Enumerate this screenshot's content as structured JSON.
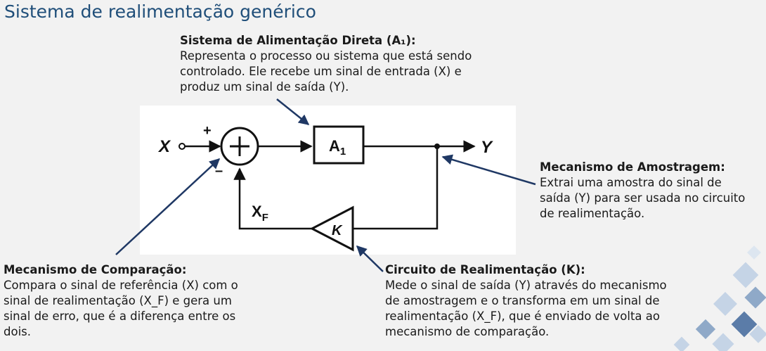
{
  "page": {
    "title": "Sistema de realimentação genérico"
  },
  "blocks": {
    "direct": {
      "heading": "Sistema de Alimentação Direta (A₁):",
      "lines": [
        "Representa o processo ou sistema que está sendo",
        "controlado. Ele recebe um sinal de entrada (X) e",
        "produz um sinal de saída (Y)."
      ]
    },
    "sampling": {
      "heading": "Mecanismo de Amostragem:",
      "lines": [
        "Extrai uma amostra do sinal de",
        "saída (Y) para ser usada no circuito",
        "de realimentação."
      ]
    },
    "comparison": {
      "heading": "Mecanismo de Comparação:",
      "lines": [
        "Compara o sinal de referência (X) com o",
        "sinal de realimentação (X_F) e gera um",
        "sinal de erro, que é a diferença entre os",
        "dois."
      ]
    },
    "feedback": {
      "heading": "Circuito de Realimentação (K):",
      "lines": [
        "Mede o sinal de saída (Y) através do mecanismo",
        "de amostragem e o transforma em um sinal de",
        "realimentação (X_F), que é enviado de volta ao",
        "mecanismo de comparação."
      ]
    }
  },
  "diagram": {
    "input_label": "X",
    "output_label": "Y",
    "forward_block_label": "A",
    "forward_block_sub": "1",
    "feedback_block_label": "K",
    "feedback_signal_label": "X",
    "feedback_signal_sub": "F",
    "plus_sign": "+",
    "minus_sign": "–"
  },
  "colors": {
    "title": "#1f4e79",
    "arrow": "#1f3864",
    "decor_light": "#c5d4e6",
    "decor_mid": "#8fa9c8",
    "decor_dark": "#5b7ca8"
  }
}
